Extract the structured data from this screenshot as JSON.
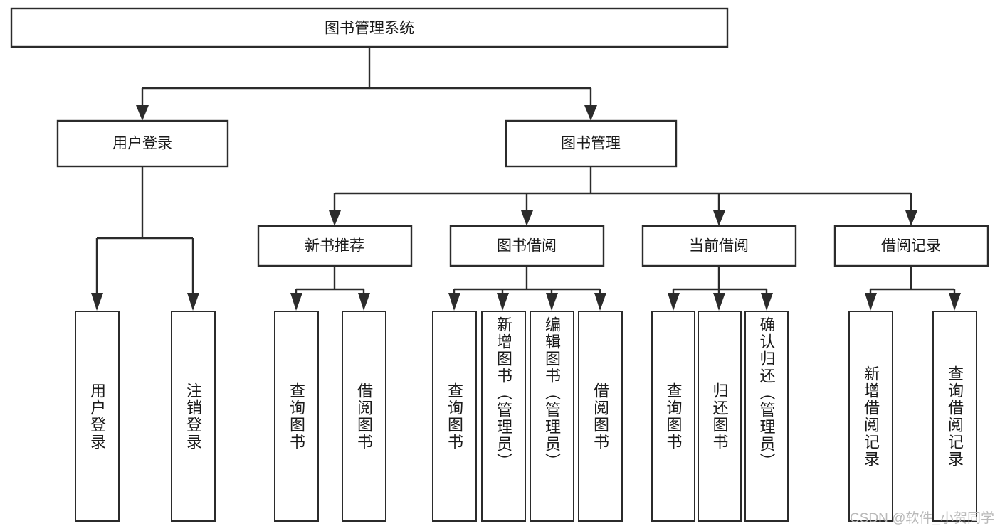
{
  "diagram": {
    "type": "tree-hierarchy-flowchart",
    "title": "图书管理系统",
    "watermark": "CSDN @软件_小贺同学",
    "colors": {
      "stroke": "#2b2b2b",
      "fill": "#ffffff",
      "text": "#1a1a1a",
      "watermark": "#b9b9b9"
    },
    "root": {
      "label": "图书管理系统"
    },
    "level2": [
      {
        "label": "用户登录"
      },
      {
        "label": "图书管理"
      }
    ],
    "level3": [
      {
        "label": "新书推荐"
      },
      {
        "label": "图书借阅"
      },
      {
        "label": "当前借阅"
      },
      {
        "label": "借阅记录"
      }
    ],
    "leaves": {
      "user_login": [
        {
          "label": "用户登录"
        },
        {
          "label": "注销登录"
        }
      ],
      "new_book_recommend": [
        {
          "label": "查询图书"
        },
        {
          "label": "借阅图书"
        }
      ],
      "book_borrow": [
        {
          "label": "查询图书"
        },
        {
          "label": "新增图书（管理员）"
        },
        {
          "label": "编辑图书（管理员）"
        },
        {
          "label": "借阅图书"
        }
      ],
      "current_borrow": [
        {
          "label": "查询图书"
        },
        {
          "label": "归还图书"
        },
        {
          "label": "确认归还（管理员）"
        }
      ],
      "borrow_record": [
        {
          "label": "新增借阅记录"
        },
        {
          "label": "查询借阅记录"
        }
      ]
    }
  }
}
